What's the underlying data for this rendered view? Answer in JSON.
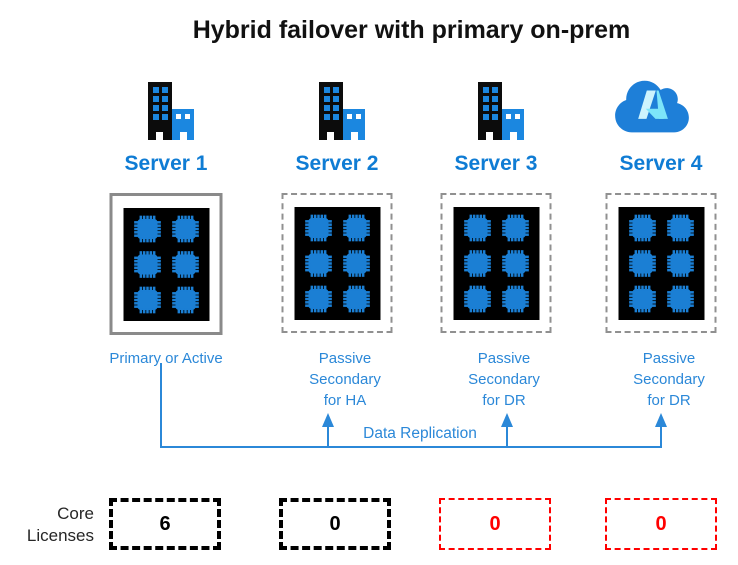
{
  "title": "Hybrid failover with primary on-prem",
  "colors": {
    "server_name_blue": "#0f7cd4",
    "label_line_blue": "#2b88d8",
    "chip_blue": "#1b7fd4",
    "building_black": "#0c0c0c",
    "cloud_blue": "#1e7fd8",
    "azure_mark_cyan": "#7de5f9",
    "active_border_gray": "#8a8a8a",
    "passive_border_gray": "#909090",
    "license_black": "#000000",
    "license_red": "#ff0000"
  },
  "servers": [
    {
      "name": "Server 1",
      "icon": "building-icon",
      "role": "Primary or Active",
      "box_style": "solid-gray",
      "cpu_chips": 6
    },
    {
      "name": "Server 2",
      "icon": "building-icon",
      "role": "Passive Secondary for HA",
      "box_style": "dashed-gray",
      "cpu_chips": 6
    },
    {
      "name": "Server 3",
      "icon": "building-icon",
      "role": "Passive Secondary for DR",
      "box_style": "dashed-gray",
      "cpu_chips": 6
    },
    {
      "name": "Server 4",
      "icon": "azure-cloud-icon",
      "role": "Passive Secondary for DR",
      "box_style": "dashed-gray",
      "cpu_chips": 6
    }
  ],
  "replication": {
    "label": "Data Replication"
  },
  "core_licenses": {
    "label": "Core Licenses",
    "values": [
      "6",
      "0",
      "0",
      "0"
    ],
    "styles": [
      "black-dashed",
      "black-dashed",
      "red-dashed",
      "red-dashed"
    ]
  }
}
